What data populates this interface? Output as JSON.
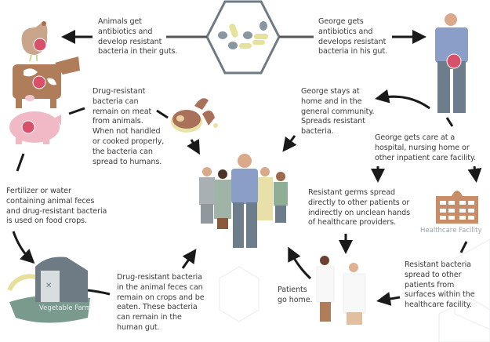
{
  "steps": {
    "animals_get": "Animals get\nantibiotics and\ndevelop resistant\nbacteria in their guts.",
    "george_gets": "George gets\nantibiotics and\ndevelops resistant\nbacteria in his gut.",
    "meat": "Drug-resistant\nbacteria can\nremain on meat\nfrom animals.\nWhen not handled\nor cooked properly,\nthe bacteria can\nspread to humans.",
    "george_home": "George stays at\nhome and in the\ngeneral community.\nSpreads resistant\nbacteria.",
    "george_care": "George gets care at a\nhospital, nursing home or\nother inpatient care facility.",
    "fertilizer": "Fertilizer or water\ncontaining animal feces\nand drug-resistant bacteria\nis used on food crops.",
    "crops": "Drug-resistant bacteria\nin the animal feces can\nremain on crops and be\neaten. These bacteria\ncan remain in the\nhuman gut.",
    "germs_spread": "Resistant germs spread\ndirectly to other patients or\nindirectly on unclean hands\nof healthcare providers.",
    "surfaces": "Resistant bacteria\nspread to other\npatients from\nsurfaces within the\nhealthcare facility.",
    "patients_home": "Patients\ngo home."
  },
  "labels": {
    "farm": "Vegetable Farm",
    "facility": "Healthcare Facility"
  },
  "colors": {
    "text": "#3a3a3a",
    "hexagon": "#6f7b84",
    "animal_brown": "#b07d5a",
    "pig_pink": "#f1b9c6",
    "bacteria": "#d9506a",
    "building": "#c98c66",
    "farm": "#7a8c8c"
  }
}
